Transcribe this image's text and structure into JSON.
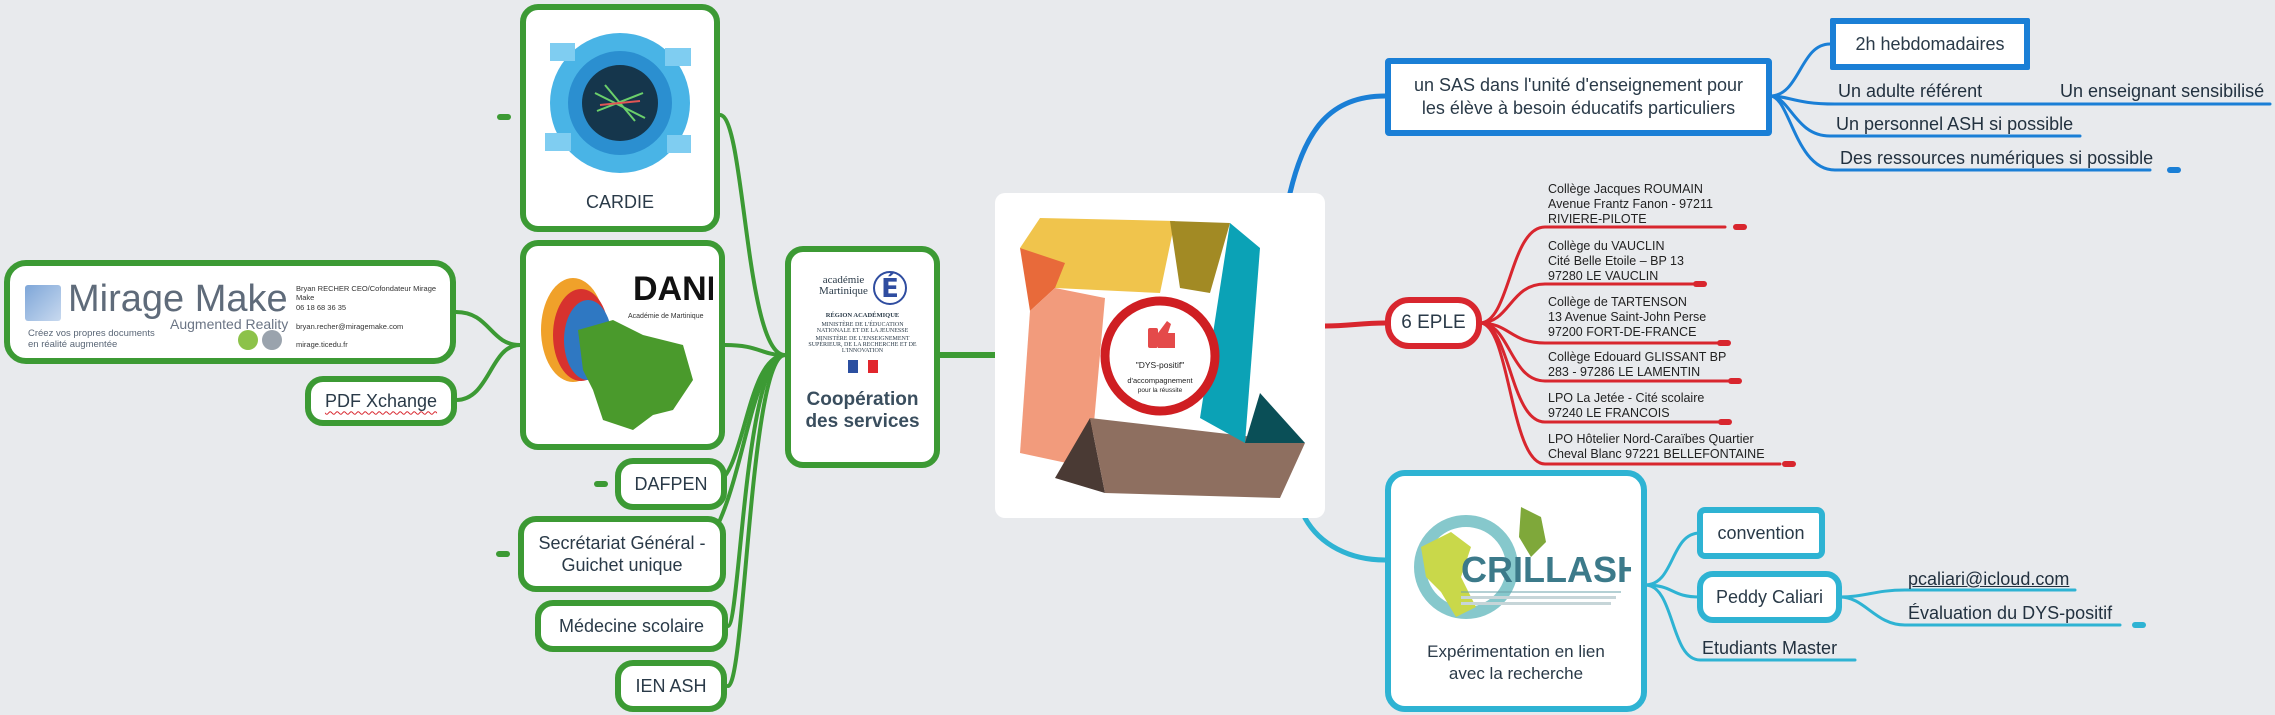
{
  "center": {
    "badge_line1": "\"DYS-positif\"",
    "badge_line2": "d'accompagnement",
    "badge_line3": "pour la réussite"
  },
  "left": {
    "cooperation": {
      "title": "Coopération des services",
      "logo_text": "académie Martinique",
      "org_line1": "RÉGION ACADÉMIQUE",
      "org_line2": "MINISTÈRE DE L'ÉDUCATION NATIONALE ET DE LA JEUNESSE",
      "org_line3": "MINISTÈRE DE L'ENSEIGNEMENT SUPÉRIEUR, DE LA RECHERCHE ET DE L'INNOVATION"
    },
    "cardie": {
      "label": "CARDIE"
    },
    "dane": {
      "label": "DANE",
      "sub": "Académie de Martinique"
    },
    "dafpen": "DAFPEN",
    "secretariat": "Secrétariat Général - Guichet unique",
    "medecine": "Médecine scolaire",
    "ien": "IEN ASH",
    "pdf": "PDF Xchange",
    "mirage": {
      "title": "Mirage Make",
      "subtitle": "Augmented Reality",
      "tagline": "Créez vos propres documents en réalité augmentée",
      "person": "Bryan RECHER CEO/Cofondateur Mirage Make",
      "phone": "06 18 68 36 35",
      "email": "bryan.recher@miragemake.com",
      "web": "mirage.ticedu.fr"
    }
  },
  "right": {
    "sas": {
      "title": "un SAS dans l'unité d'enseignement pour les élève à besoin éducatifs particuliers",
      "children": [
        "2h hebdomadaires",
        "Un adulte référent",
        "Un enseignant sensibilisé",
        "Un personnel ASH si possible",
        "Des ressources numériques si possible"
      ]
    },
    "eple": {
      "title": "6 EPLE",
      "schools": [
        "Collège Jacques ROUMAIN\nAvenue Frantz Fanon - 97211\nRIVIERE-PILOTE",
        "Collège du VAUCLIN\nCité Belle Etoile – BP 13\n97280 LE VAUCLIN",
        "Collège de TARTENSON\n13 Avenue Saint-John Perse\n97200 FORT-DE-FRANCE",
        "Collège Edouard GLISSANT BP\n283 - 97286 LE LAMENTIN",
        "LPO La Jetée - Cité scolaire\n97240 LE FRANCOIS",
        "LPO Hôtelier Nord-Caraïbes Quartier\nCheval Blanc 97221 BELLEFONTAINE"
      ]
    },
    "crillash": {
      "title": "Expérimentation en lien avec la recherche",
      "logo": "CRILLASH",
      "convention": "convention",
      "peddy": "Peddy Caliari",
      "email": "pcaliari@icloud.com",
      "evaluation": "Évaluation du DYS-positif",
      "etudiants": "Etudiants  Master"
    }
  }
}
